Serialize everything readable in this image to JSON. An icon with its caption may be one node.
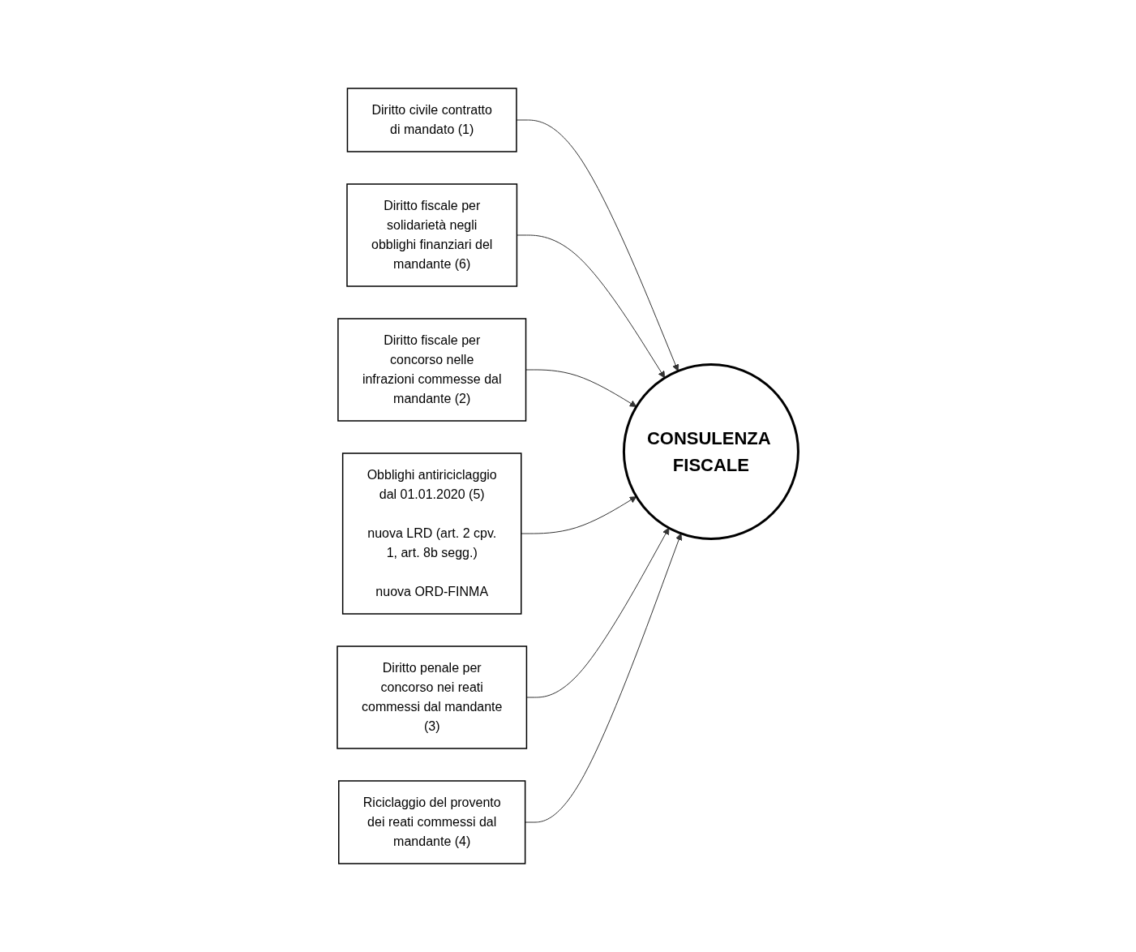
{
  "diagram": {
    "nodes": [
      {
        "text": [
          "Diritto civile contratto di mandato (1)"
        ]
      },
      {
        "text": [
          "Diritto fiscale per solidarietà negli obblighi finanziari del mandante (6)"
        ]
      },
      {
        "text": [
          "Diritto fiscale per concorso nelle infrazioni commesse dal mandante (2)"
        ]
      },
      {
        "text": [
          "CONSULENZA FISCALE"
        ]
      },
      {
        "text": [
          "Obblighi antiriciclaggio dal 01.01.2020 (5)",
          "nuova LRD (art. 2 cpv. 1, art. 8b segg.)",
          "nuova ORD-FINMA"
        ]
      },
      {
        "text": [
          "Diritto penale per concorso nei reati commessi dal mandante (3)"
        ]
      },
      {
        "text": [
          "Riciclaggio del provento dei reati commessi dal mandante (4)"
        ]
      }
    ],
    "edges": [
      {
        "from": 0,
        "to": 3,
        "arrow": "to"
      },
      {
        "from": 1,
        "to": 3,
        "arrow": "to"
      },
      {
        "from": 2,
        "to": 3,
        "arrow": "to"
      },
      {
        "from": 4,
        "to": 3,
        "arrow": "to"
      },
      {
        "from": 5,
        "to": 3,
        "arrow": "to"
      },
      {
        "from": 6,
        "to": 3,
        "arrow": "to"
      }
    ]
  }
}
